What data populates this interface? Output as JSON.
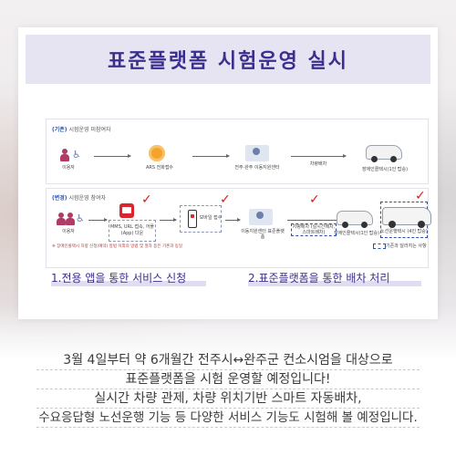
{
  "card": {
    "title": "표준플랫폼 시험운영 실시",
    "before": {
      "tag": "(기존)",
      "label": "시험운영 미참여자",
      "steps": [
        "이용자",
        "ARS 전화접수",
        "전주·완주 이동지원센터",
        "차량배차",
        "장애인콜택시(1인 탑승)"
      ]
    },
    "after": {
      "tag": "(변경)",
      "label": "시험운영 참여자",
      "steps": [
        "이용자",
        "MMS, URL 접속, 어플(App) 다운",
        "모바일 접수",
        "이동지원센터 표준플랫폼",
        "차량배차 (실시간배차, 스마트배차)",
        "장애인콜택시(1인 탑승)",
        "노선운행택시 (4인 탑승)"
      ],
      "note": "※ 장애인콜택시 차량 신청(예약) 방법 이외의 방법 및 절차 등은 기존과 동일",
      "legend": "기존과 달라지는 사항"
    },
    "steps_summary": [
      "1.전용 앱을 통한 서비스 신청",
      "2.표준플랫폼을 통한 배차 처리"
    ]
  },
  "caption": [
    "3월 4일부터 약 6개월간  전주시↔완주군 컨소시엄을 대상으로",
    "표준플랫폼을 시험 운영할 예정입니다!",
    "실시간 차량 관제, 차량 위치기반 스마트 자동배차,",
    "수요응답형 노선운행 기능 등 다양한 서비스 기능도 시험해 볼 예정입니다."
  ],
  "colors": {
    "title_text": "#3a2f8f",
    "title_bg": "#e6e4f2",
    "check": "#d81c1c",
    "accent_blue": "#2e52a6"
  }
}
